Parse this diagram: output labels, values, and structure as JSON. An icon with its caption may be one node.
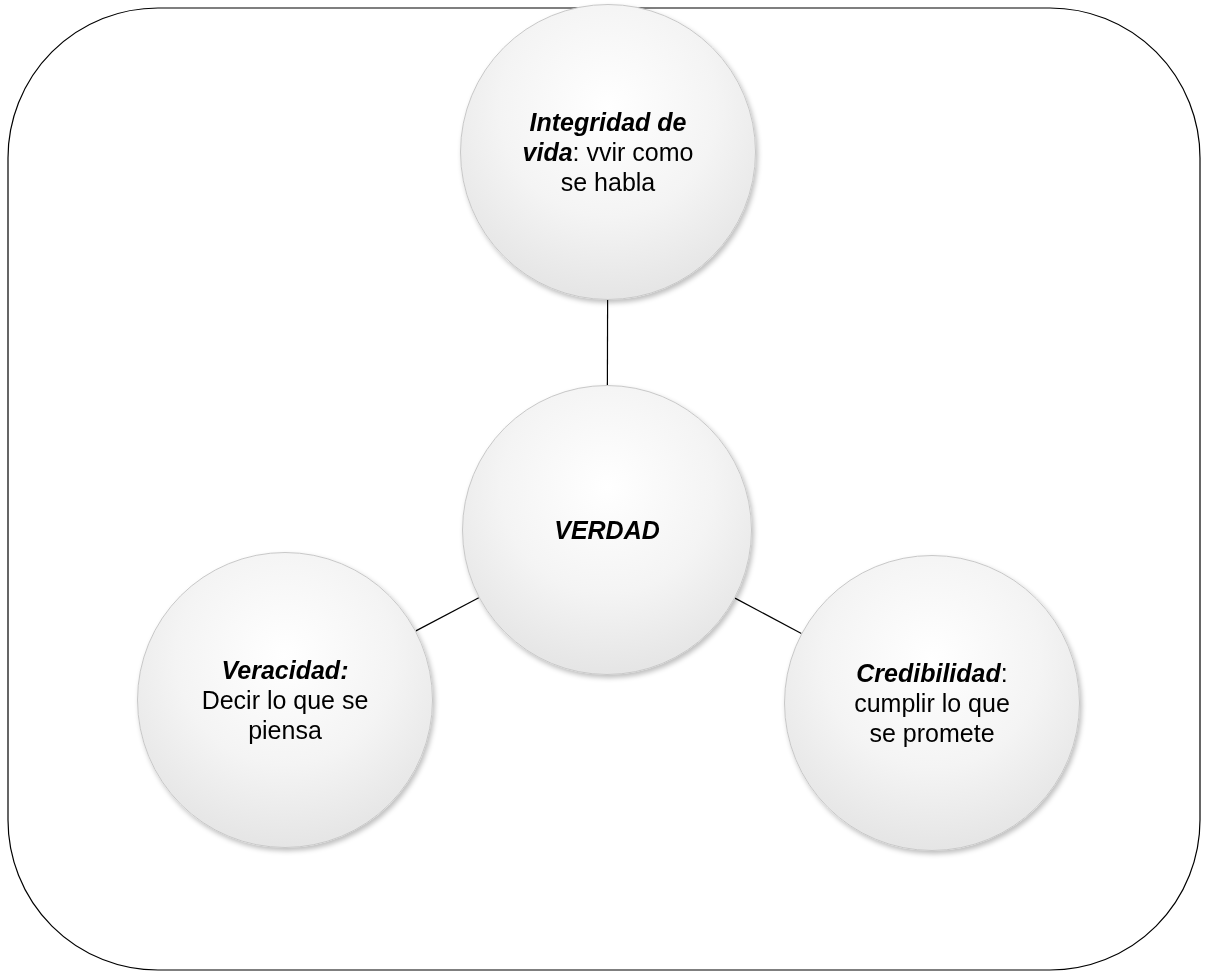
{
  "diagram": {
    "nodes": [
      {
        "text": [
          "**Integridad de vida**: vvir como se habla"
        ]
      },
      {
        "text": [
          "VERDAD"
        ]
      },
      {
        "text": [
          "**Veracidad:** Decir lo que se piensa"
        ]
      },
      {
        "text": [
          "**Credibilidad**: cumplir lo que se promete"
        ]
      }
    ],
    "edges": [
      {
        "from": 1,
        "to": 0,
        "arrow": "none"
      },
      {
        "from": 1,
        "to": 2,
        "arrow": "none"
      },
      {
        "from": 1,
        "to": 3,
        "arrow": "none"
      }
    ]
  }
}
